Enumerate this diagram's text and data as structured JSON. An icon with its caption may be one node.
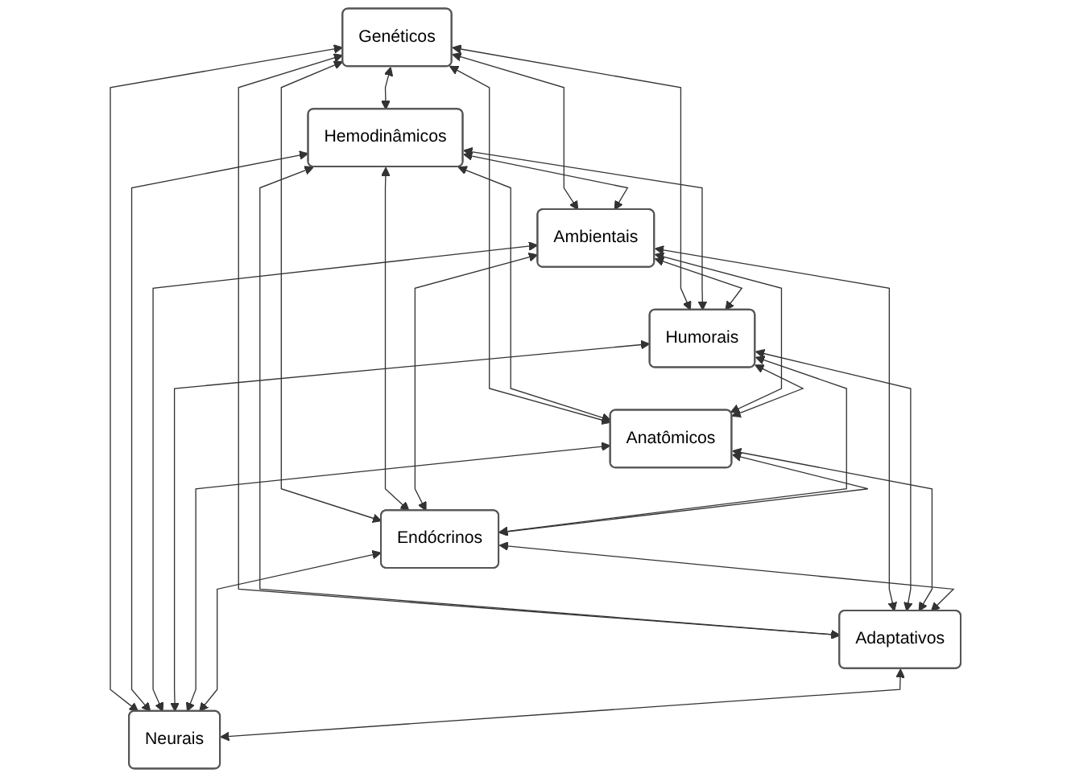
{
  "diagram": {
    "nodes": [
      {
        "text": [
          "Genéticos"
        ]
      },
      {
        "text": [
          "Hemodinâmicos"
        ]
      },
      {
        "text": [
          "Ambientais"
        ]
      },
      {
        "text": [
          "Humorais"
        ]
      },
      {
        "text": [
          "Anatômicos"
        ]
      },
      {
        "text": [
          "Endócrinos"
        ]
      },
      {
        "text": [
          "Adaptativos"
        ]
      },
      {
        "text": [
          "Neurais"
        ]
      }
    ],
    "edges": [
      {
        "from": 0,
        "to": 1,
        "arrow": "both"
      },
      {
        "from": 0,
        "to": 2,
        "arrow": "both"
      },
      {
        "from": 0,
        "to": 3,
        "arrow": "both"
      },
      {
        "from": 0,
        "to": 4,
        "arrow": "both"
      },
      {
        "from": 0,
        "to": 5,
        "arrow": "both"
      },
      {
        "from": 0,
        "to": 6,
        "arrow": "both"
      },
      {
        "from": 0,
        "to": 7,
        "arrow": "both"
      },
      {
        "from": 1,
        "to": 2,
        "arrow": "both"
      },
      {
        "from": 1,
        "to": 3,
        "arrow": "both"
      },
      {
        "from": 1,
        "to": 4,
        "arrow": "both"
      },
      {
        "from": 1,
        "to": 5,
        "arrow": "both"
      },
      {
        "from": 1,
        "to": 6,
        "arrow": "both"
      },
      {
        "from": 1,
        "to": 7,
        "arrow": "both"
      },
      {
        "from": 2,
        "to": 3,
        "arrow": "both"
      },
      {
        "from": 2,
        "to": 4,
        "arrow": "both"
      },
      {
        "from": 2,
        "to": 5,
        "arrow": "both"
      },
      {
        "from": 2,
        "to": 6,
        "arrow": "both"
      },
      {
        "from": 2,
        "to": 7,
        "arrow": "both"
      },
      {
        "from": 3,
        "to": 4,
        "arrow": "both"
      },
      {
        "from": 3,
        "to": 5,
        "arrow": "both"
      },
      {
        "from": 3,
        "to": 6,
        "arrow": "both"
      },
      {
        "from": 3,
        "to": 7,
        "arrow": "both"
      },
      {
        "from": 4,
        "to": 5,
        "arrow": "both"
      },
      {
        "from": 4,
        "to": 6,
        "arrow": "both"
      },
      {
        "from": 4,
        "to": 7,
        "arrow": "both"
      },
      {
        "from": 5,
        "to": 6,
        "arrow": "both"
      },
      {
        "from": 5,
        "to": 7,
        "arrow": "both"
      },
      {
        "from": 6,
        "to": 7,
        "arrow": "both"
      }
    ]
  }
}
